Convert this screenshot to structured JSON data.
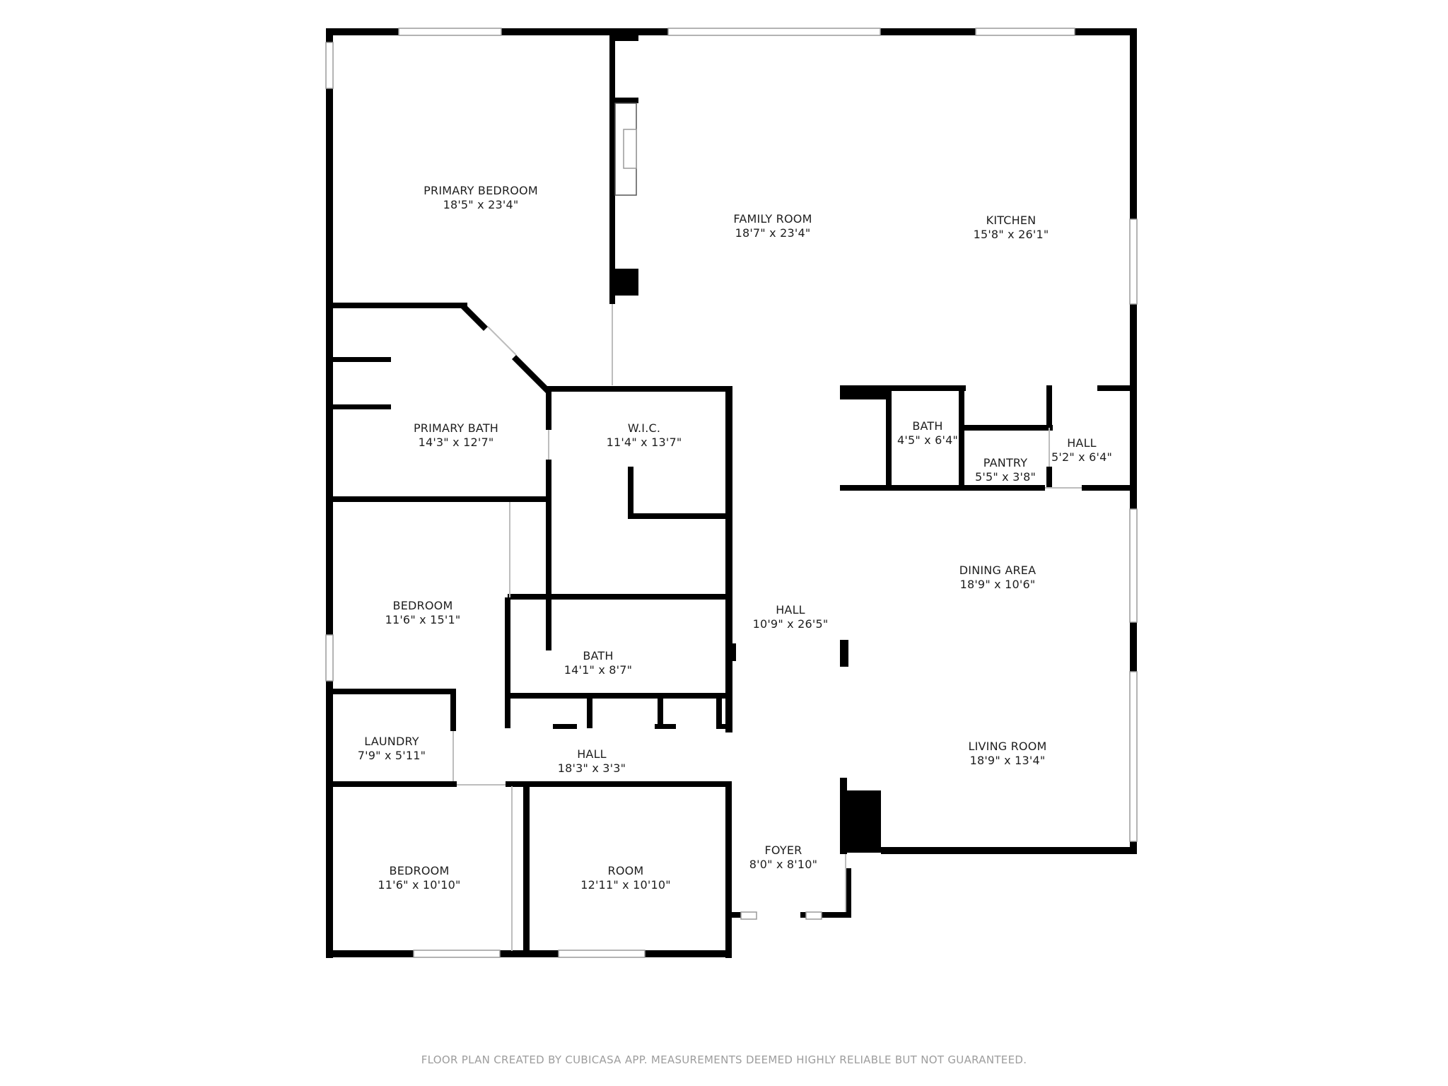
{
  "plan": {
    "rooms": [
      {
        "id": "primary-bedroom",
        "name": "PRIMARY BEDROOM",
        "size": "18'5\" x 23'4\""
      },
      {
        "id": "family-room",
        "name": "FAMILY ROOM",
        "size": "18'7\" x 23'4\""
      },
      {
        "id": "kitchen",
        "name": "KITCHEN",
        "size": "15'8\" x 26'1\""
      },
      {
        "id": "primary-bath",
        "name": "PRIMARY BATH",
        "size": "14'3\" x 12'7\""
      },
      {
        "id": "wic",
        "name": "W.I.C.",
        "size": "11'4\" x 13'7\""
      },
      {
        "id": "bath-small",
        "name": "BATH",
        "size": "4'5\" x 6'4\""
      },
      {
        "id": "pantry",
        "name": "PANTRY",
        "size": "5'5\" x 3'8\""
      },
      {
        "id": "hall-kitchen",
        "name": "HALL",
        "size": "5'2\" x 6'4\""
      },
      {
        "id": "bedroom-1",
        "name": "BEDROOM",
        "size": "11'6\" x 15'1\""
      },
      {
        "id": "dining-area",
        "name": "DINING AREA",
        "size": "18'9\" x 10'6\""
      },
      {
        "id": "hall-main",
        "name": "HALL",
        "size": "10'9\" x 26'5\""
      },
      {
        "id": "bath",
        "name": "BATH",
        "size": "14'1\" x 8'7\""
      },
      {
        "id": "laundry",
        "name": "LAUNDRY",
        "size": "7'9\" x 5'11\""
      },
      {
        "id": "hall-lower",
        "name": "HALL",
        "size": "18'3\" x 3'3\""
      },
      {
        "id": "living-room",
        "name": "LIVING ROOM",
        "size": "18'9\" x 13'4\""
      },
      {
        "id": "bedroom-2",
        "name": "BEDROOM",
        "size": "11'6\" x 10'10\""
      },
      {
        "id": "room",
        "name": "ROOM",
        "size": "12'11\" x 10'10\""
      },
      {
        "id": "foyer",
        "name": "FOYER",
        "size": "8'0\" x 8'10\""
      }
    ],
    "footer": "FLOOR PLAN CREATED BY CUBICASA APP. MEASUREMENTS DEEMED HIGHLY RELIABLE BUT NOT GUARANTEED."
  }
}
